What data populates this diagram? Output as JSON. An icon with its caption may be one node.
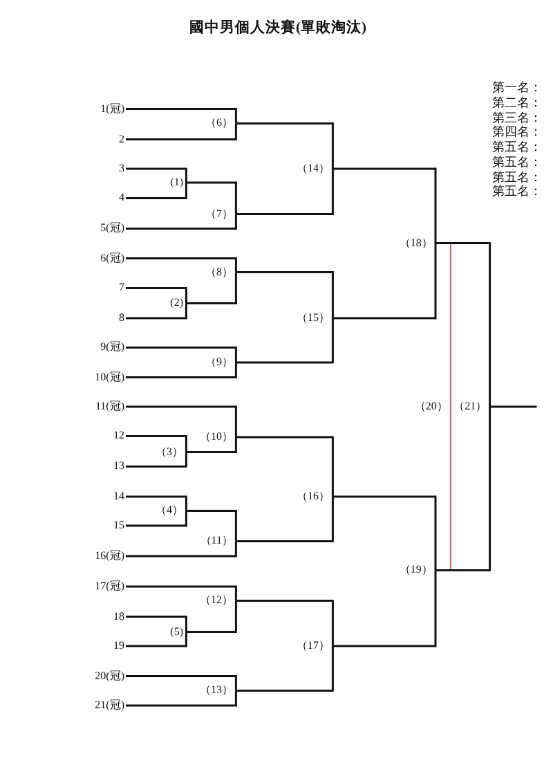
{
  "diagram": {
    "title": "國中男個人決賽(單敗淘汰)",
    "nodes": [
      {
        "text": [
          "1(冠)"
        ]
      },
      {
        "text": [
          "2"
        ]
      },
      {
        "text": [
          "3"
        ]
      },
      {
        "text": [
          "4"
        ]
      },
      {
        "text": [
          "5(冠)"
        ]
      },
      {
        "text": [
          "6(冠)"
        ]
      },
      {
        "text": [
          "7"
        ]
      },
      {
        "text": [
          "8"
        ]
      },
      {
        "text": [
          "9(冠)"
        ]
      },
      {
        "text": [
          "10(冠)"
        ]
      },
      {
        "text": [
          "11(冠)"
        ]
      },
      {
        "text": [
          "12"
        ]
      },
      {
        "text": [
          "13"
        ]
      },
      {
        "text": [
          "14"
        ]
      },
      {
        "text": [
          "15"
        ]
      },
      {
        "text": [
          "16(冠)"
        ]
      },
      {
        "text": [
          "17(冠)"
        ]
      },
      {
        "text": [
          "18"
        ]
      },
      {
        "text": [
          "19"
        ]
      },
      {
        "text": [
          "20(冠)"
        ]
      },
      {
        "text": [
          "21(冠)"
        ]
      },
      {
        "text": [
          "(1)"
        ]
      },
      {
        "text": [
          "(2)"
        ]
      },
      {
        "text": [
          "（3）"
        ]
      },
      {
        "text": [
          "（4）"
        ]
      },
      {
        "text": [
          "(5)"
        ]
      },
      {
        "text": [
          "（6）"
        ]
      },
      {
        "text": [
          "（7）"
        ]
      },
      {
        "text": [
          "（8）"
        ]
      },
      {
        "text": [
          "（9）"
        ]
      },
      {
        "text": [
          "（10）"
        ]
      },
      {
        "text": [
          "（11）"
        ]
      },
      {
        "text": [
          "（12）"
        ]
      },
      {
        "text": [
          "（13）"
        ]
      },
      {
        "text": [
          "（14）"
        ]
      },
      {
        "text": [
          "（15）"
        ]
      },
      {
        "text": [
          "（16）"
        ]
      },
      {
        "text": [
          "（17）"
        ]
      },
      {
        "text": [
          "（18）"
        ]
      },
      {
        "text": [
          "（19）"
        ]
      },
      {
        "text": [
          "（20）"
        ]
      },
      {
        "text": [
          "（21）"
        ]
      }
    ],
    "edges": [
      {
        "from": 2,
        "to": 21,
        "arrow": "none"
      },
      {
        "from": 3,
        "to": 21,
        "arrow": "none"
      },
      {
        "from": 6,
        "to": 22,
        "arrow": "none"
      },
      {
        "from": 7,
        "to": 22,
        "arrow": "none"
      },
      {
        "from": 11,
        "to": 23,
        "arrow": "none"
      },
      {
        "from": 12,
        "to": 23,
        "arrow": "none"
      },
      {
        "from": 13,
        "to": 24,
        "arrow": "none"
      },
      {
        "from": 14,
        "to": 24,
        "arrow": "none"
      },
      {
        "from": 17,
        "to": 25,
        "arrow": "none"
      },
      {
        "from": 18,
        "to": 25,
        "arrow": "none"
      },
      {
        "from": 0,
        "to": 26,
        "arrow": "none"
      },
      {
        "from": 1,
        "to": 26,
        "arrow": "none"
      },
      {
        "from": 21,
        "to": 27,
        "arrow": "none"
      },
      {
        "from": 4,
        "to": 27,
        "arrow": "none"
      },
      {
        "from": 5,
        "to": 28,
        "arrow": "none"
      },
      {
        "from": 22,
        "to": 28,
        "arrow": "none"
      },
      {
        "from": 8,
        "to": 29,
        "arrow": "none"
      },
      {
        "from": 9,
        "to": 29,
        "arrow": "none"
      },
      {
        "from": 10,
        "to": 30,
        "arrow": "none"
      },
      {
        "from": 23,
        "to": 30,
        "arrow": "none"
      },
      {
        "from": 24,
        "to": 31,
        "arrow": "none"
      },
      {
        "from": 15,
        "to": 31,
        "arrow": "none"
      },
      {
        "from": 16,
        "to": 32,
        "arrow": "none"
      },
      {
        "from": 25,
        "to": 32,
        "arrow": "none"
      },
      {
        "from": 19,
        "to": 33,
        "arrow": "none"
      },
      {
        "from": 20,
        "to": 33,
        "arrow": "none"
      },
      {
        "from": 26,
        "to": 34,
        "arrow": "none"
      },
      {
        "from": 27,
        "to": 34,
        "arrow": "none"
      },
      {
        "from": 28,
        "to": 35,
        "arrow": "none"
      },
      {
        "from": 29,
        "to": 35,
        "arrow": "none"
      },
      {
        "from": 30,
        "to": 36,
        "arrow": "none"
      },
      {
        "from": 31,
        "to": 36,
        "arrow": "none"
      },
      {
        "from": 32,
        "to": 37,
        "arrow": "none"
      },
      {
        "from": 33,
        "to": 37,
        "arrow": "none"
      },
      {
        "from": 34,
        "to": 38,
        "arrow": "none"
      },
      {
        "from": 35,
        "to": 38,
        "arrow": "none"
      },
      {
        "from": 36,
        "to": 39,
        "arrow": "none"
      },
      {
        "from": 37,
        "to": 39,
        "arrow": "none"
      },
      {
        "from": 38,
        "to": 40,
        "arrow": "none",
        "color": "#cc6666"
      },
      {
        "from": 39,
        "to": 40,
        "arrow": "none",
        "color": "#cc6666"
      },
      {
        "from": 38,
        "to": 41,
        "arrow": "none"
      },
      {
        "from": 39,
        "to": 41,
        "arrow": "none"
      },
      {
        "from": 41,
        "to": null,
        "arrow": "none"
      }
    ],
    "labels": [
      "第一名：",
      "第二名：",
      "第三名：",
      "第四名：",
      "第五名：",
      "第五名：",
      "第五名：",
      "第五名："
    ]
  }
}
